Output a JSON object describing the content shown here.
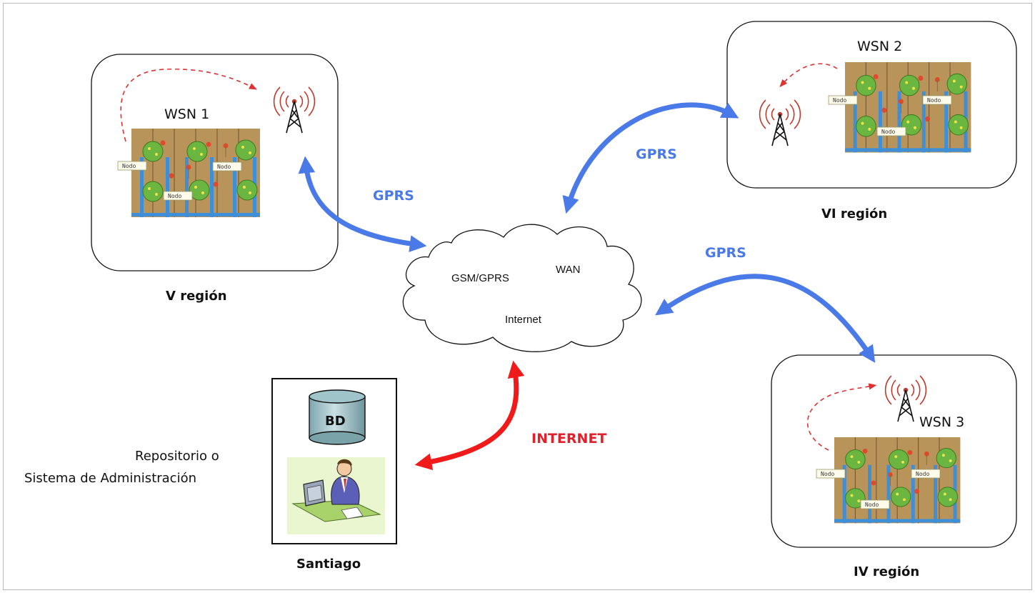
{
  "colors": {
    "gprs_arrow": "#4a7ae8",
    "internet_arrow": "#f01a1a",
    "dashed_link": "#e03030",
    "field_soil": "#b8935a",
    "field_pipe": "#3f8fd8",
    "tree": "#6bb640",
    "tower": "#c0392b"
  },
  "networks": [
    {
      "id": "wsn1",
      "title": "WSN 1",
      "region": "V región",
      "node_label": "Nodo",
      "icon": "antenna-tower-icon"
    },
    {
      "id": "wsn2",
      "title": "WSN 2",
      "region": "VI región",
      "node_label": "Nodo",
      "icon": "antenna-tower-icon"
    },
    {
      "id": "wsn3",
      "title": "WSN 3",
      "region": "IV región",
      "node_label": "Nodo",
      "icon": "antenna-tower-icon"
    }
  ],
  "cloud": {
    "labels": [
      "GSM/GPRS",
      "WAN",
      "Internet"
    ]
  },
  "links": {
    "gprs_label": "GPRS",
    "internet_label": "INTERNET"
  },
  "repository": {
    "db_label": "BD",
    "description_line1": "Repositorio o",
    "description_line2": "Sistema de Administración",
    "location": "Santiago",
    "icons": [
      "database-icon",
      "person-at-computer-icon"
    ]
  }
}
